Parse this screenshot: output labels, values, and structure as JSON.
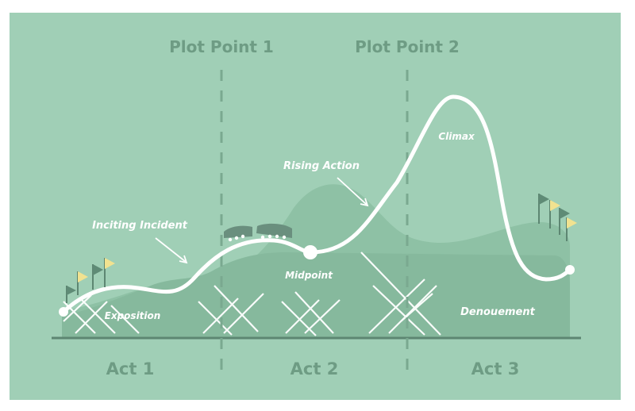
{
  "colors": {
    "background": "#a0cfb6",
    "hill_back": "#8ec1a5",
    "hill_front": "#86b99d",
    "line": "#ffffff",
    "divider": "#7aa990",
    "text_heading": "#6e9c84",
    "flag_pole": "#5d8672",
    "flag_yellow": "#f1e290",
    "flag_dark": "#5f8b76",
    "coaster": "#6a8f7e"
  },
  "headings": {
    "plot_point_1": "Plot Point 1",
    "plot_point_2": "Plot Point 2"
  },
  "acts": {
    "act1": "Act 1",
    "act2": "Act 2",
    "act3": "Act 3"
  },
  "annotations": {
    "inciting_incident": "Inciting Incident",
    "rising_action": "Rising Action",
    "climax": "Climax",
    "exposition": "Exposition",
    "midpoint": "Midpoint",
    "denouement": "Denouement"
  },
  "icons": [
    "flag-icon",
    "roller-coaster-car-icon",
    "arrow-icon"
  ]
}
